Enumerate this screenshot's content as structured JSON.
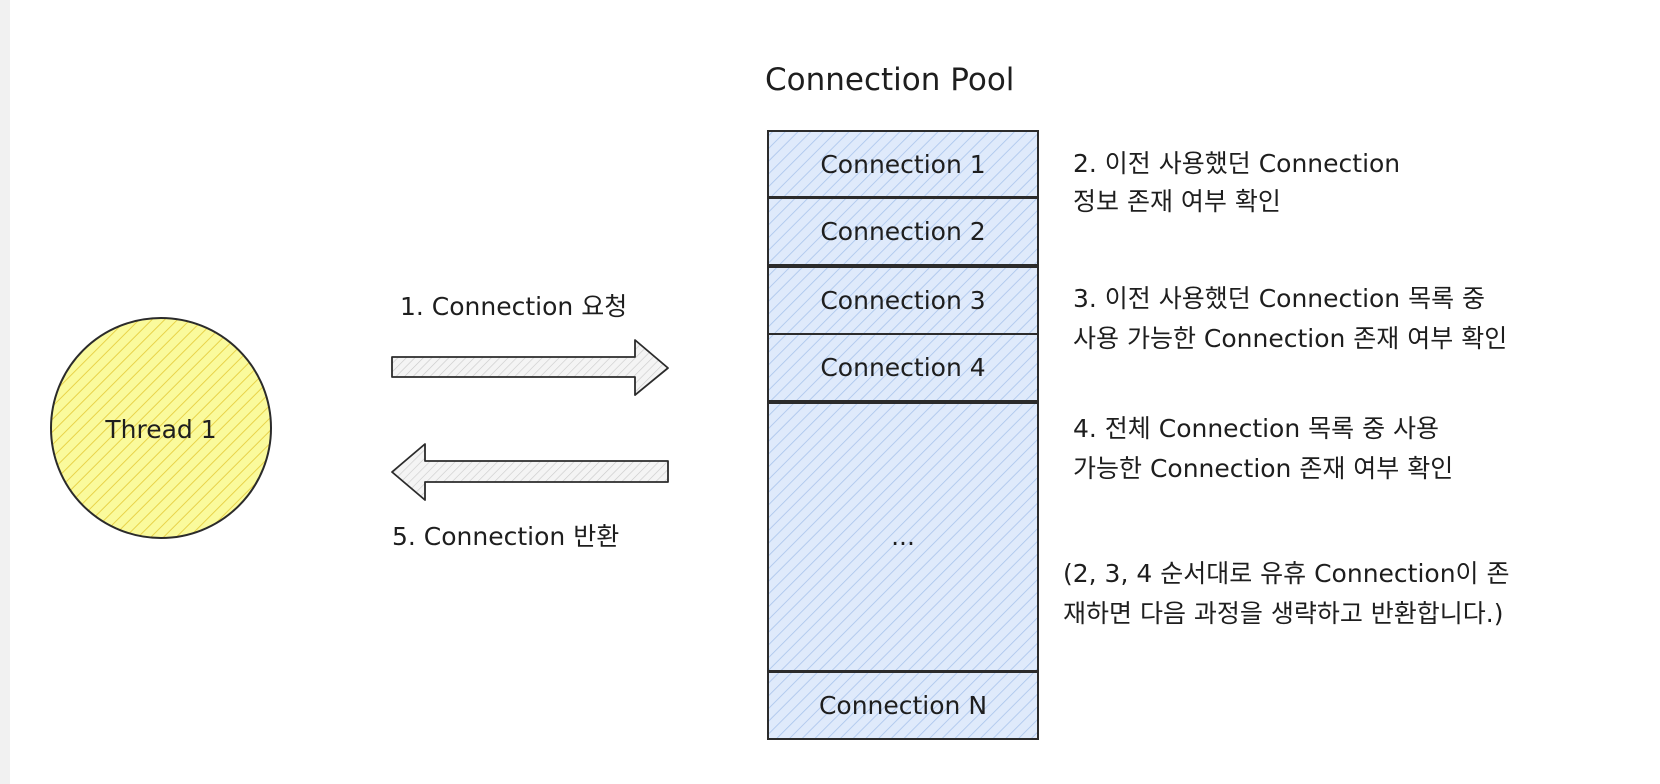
{
  "thread": {
    "label": "Thread 1"
  },
  "arrows": {
    "request_label": "1. Connection 요청",
    "return_label": "5. Connection 반환"
  },
  "pool": {
    "title": "Connection Pool",
    "slots": [
      "Connection 1",
      "Connection 2",
      "Connection 3",
      "Connection 4",
      "...",
      "Connection N"
    ]
  },
  "notes": {
    "step2": [
      "2. 이전 사용했던 Connection",
      "정보 존재 여부 확인"
    ],
    "step3": [
      "3. 이전 사용했던 Connection 목록 중",
      "사용 가능한 Connection 존재 여부 확인"
    ],
    "step4": [
      "4. 전체 Connection 목록 중 사용",
      "가능한 Connection 존재 여부 확인"
    ],
    "summary": [
      "(2, 3, 4 순서대로 유휴 Connection이 존",
      "재하면 다음 과정을 생략하고 반환합니다.)"
    ]
  },
  "colors": {
    "thread_fill": "#fafa9c",
    "thread_hatch": "#e8d34a",
    "pool_fill": "#dfeafb",
    "pool_hatch": "#a9c4ec",
    "stroke": "#2b2b2b",
    "arrow_hatch": "#c9c9c9"
  }
}
